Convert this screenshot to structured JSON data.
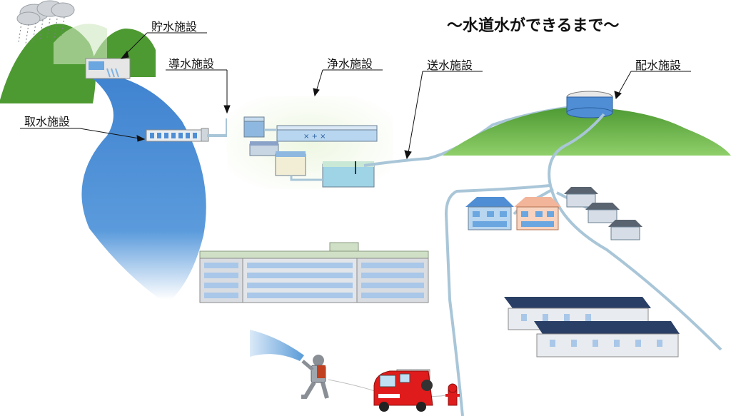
{
  "title": "～水道水ができるまで～",
  "labels": {
    "storage": "貯水施設",
    "conveyance": "導水施設",
    "purification": "浄水施設",
    "transmission": "送水施設",
    "distribution": "配水施設",
    "intake": "取水施設"
  },
  "colors": {
    "river": "#4f8ed4",
    "hill": "#5aa63a",
    "hill_light": "#8fcf6a",
    "pipe": "#a9c6d8",
    "building_wall": "#d9d9d9",
    "window": "#a9c7e8",
    "roof_dark": "#2a3f66",
    "water": "#9fd3e6",
    "firetruck": "#e01b1b"
  }
}
